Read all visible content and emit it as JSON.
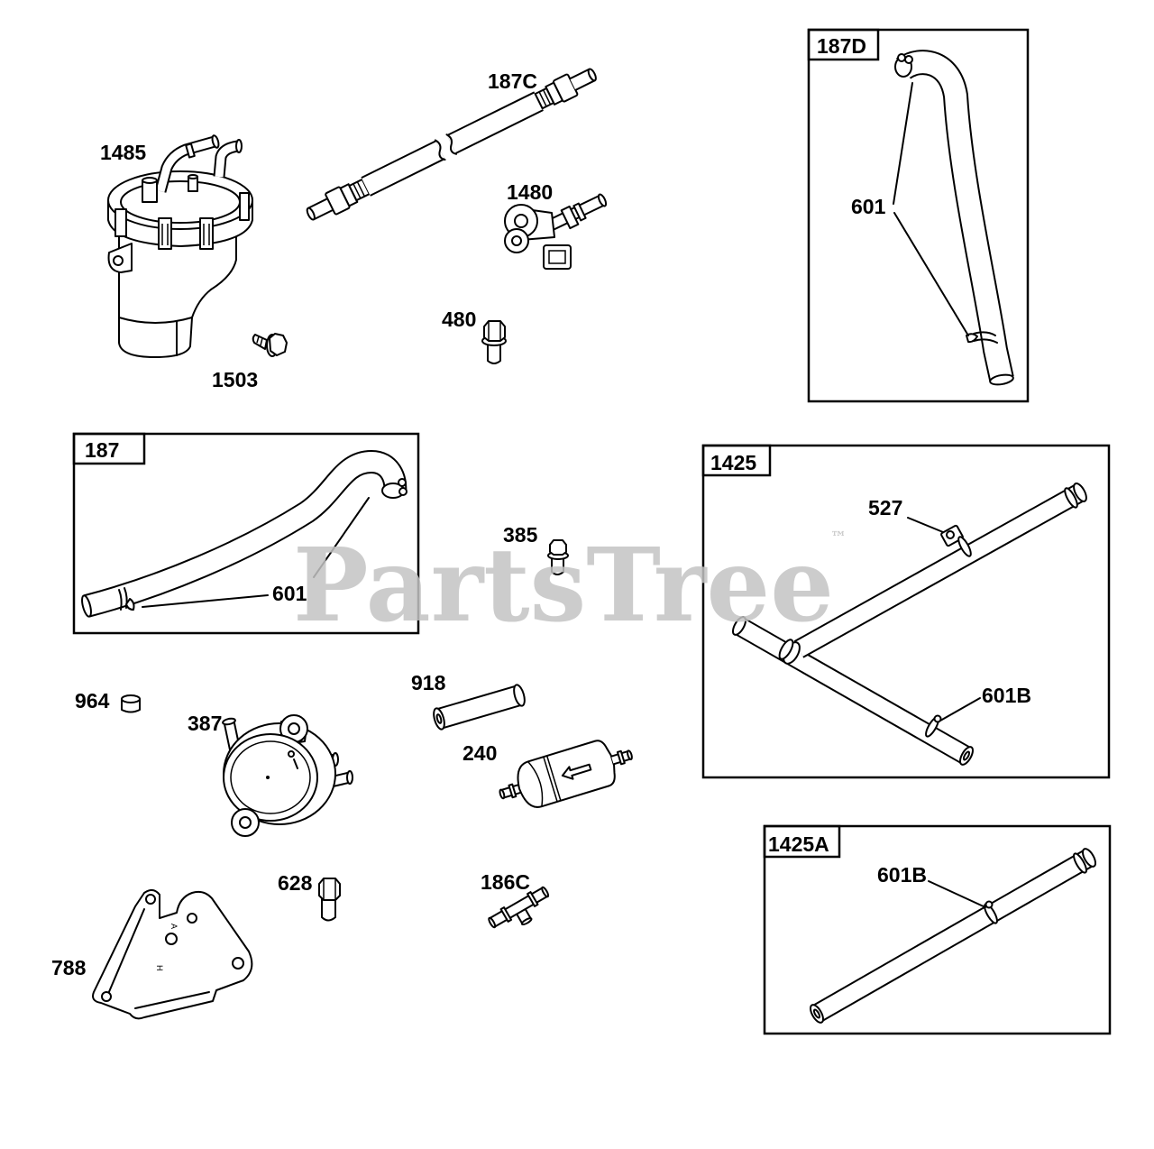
{
  "watermark": {
    "text": "PartsTree",
    "trademark": "™"
  },
  "boxes": {
    "b187D": "187D",
    "b187": "187",
    "b1425": "1425",
    "b1425A": "1425A"
  },
  "callouts": {
    "c1485": "1485",
    "c187C": "187C",
    "c1480": "1480",
    "c601_187D": "601",
    "c480": "480",
    "c1503": "1503",
    "c601_187": "601",
    "c385": "385",
    "c527": "527",
    "c601B_1425": "601B",
    "c964": "964",
    "c387": "387",
    "c918": "918",
    "c240": "240",
    "c628": "628",
    "c186C": "186C",
    "c788": "788",
    "c601B_1425A": "601B"
  },
  "part_markings": {
    "bracket_a": "A",
    "bracket_h": "H"
  },
  "colors": {
    "line": "#000000",
    "watermark": "#c4c4c4",
    "background": "#ffffff"
  }
}
